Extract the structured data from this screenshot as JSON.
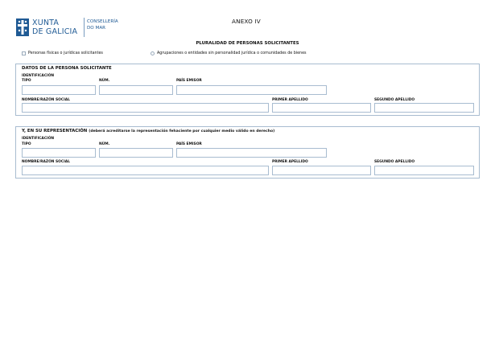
{
  "header": {
    "logo_line1": "XUNTA",
    "logo_line2": "DE GALICIA",
    "dept_line1": "CONSELLERÍA",
    "dept_line2": "DO MAR",
    "annex": "ANEXO IV",
    "title": "PLURALIDAD DE PERSONAS SOLICITANTES"
  },
  "options": {
    "option1": "Personas físicas o jurídicas solicitantes",
    "option2": "Agrupaciones o entidades sin personalidad jurídica o comunidades de bienes"
  },
  "section1": {
    "title": "DATOS DE LA PERSONA SOLICITANTE",
    "identification": "IDENTIFICACIÓN",
    "tipo": "TIPO",
    "num": "NÚM.",
    "pais": "PAÍS EMISOR",
    "nombre": "NOMBRE/RAZÓN SOCIAL",
    "apellido1": "PRIMER APELLIDO",
    "apellido2": "SEGUNDO APELLIDO"
  },
  "section2": {
    "title": "Y, EN SU REPRESENTACIÓN",
    "note": "(deberá acreditarse la representación fehaciente por cualquier medio válido en derecho)",
    "identification": "IDENTIFICACIÓN",
    "tipo": "TIPO",
    "num": "NÚM.",
    "pais": "PAÍS EMISOR",
    "nombre": "NOMBRE/RAZÓN SOCIAL",
    "apellido1": "PRIMER APELLIDO",
    "apellido2": "SEGUNDO APELLIDO"
  },
  "colors": {
    "brand": "#1f5a94",
    "border": "#a8bcd0"
  }
}
